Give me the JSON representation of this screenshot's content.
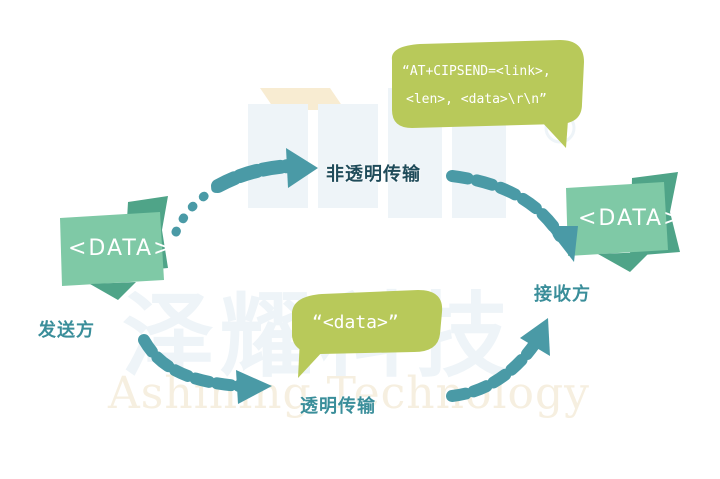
{
  "sender": {
    "label": "发送方",
    "flag_text": "<DATA>"
  },
  "receiver": {
    "label": "接收方",
    "flag_text": "<DATA>"
  },
  "non_transparent": {
    "label": "非透明传输",
    "bubble_line1": "“AT+CIPSEND=<link>,",
    "bubble_line2": "<len>, <data>\\r\\n”"
  },
  "transparent": {
    "label": "透明传输",
    "bubble_text": "“<data>”"
  },
  "watermark": {
    "cn": "泽耀科技",
    "en": "Ashining Technology"
  },
  "colors": {
    "flag": "#7fc9a6",
    "flag_dark": "#4fa488",
    "arrow": "#4a9aa6",
    "bubble": "#b8c95a",
    "label": "#3a8e9a"
  }
}
